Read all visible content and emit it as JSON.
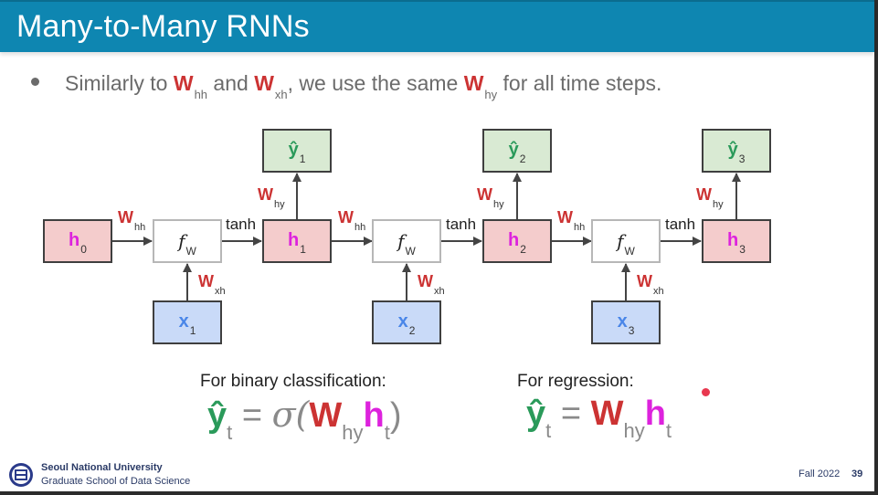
{
  "slide": {
    "title": "Many-to-Many RNNs",
    "bullet": {
      "text_1": "Similarly to ",
      "w1": "W",
      "w1_sub": "hh",
      "text_2": " and ",
      "w2": "W",
      "w2_sub": "xh",
      "text_3": ", we use the same ",
      "w3": "W",
      "w3_sub": "hy",
      "text_4": " for all time steps."
    }
  },
  "diagram": {
    "hidden": [
      {
        "label": "h",
        "sub": "0"
      },
      {
        "label": "h",
        "sub": "1"
      },
      {
        "label": "h",
        "sub": "2"
      },
      {
        "label": "h",
        "sub": "3"
      }
    ],
    "outputs": [
      {
        "label": "ŷ",
        "sub": "1"
      },
      {
        "label": "ŷ",
        "sub": "2"
      },
      {
        "label": "ŷ",
        "sub": "3"
      }
    ],
    "inputs": [
      {
        "label": "x",
        "sub": "1"
      },
      {
        "label": "x",
        "sub": "2"
      },
      {
        "label": "x",
        "sub": "3"
      }
    ],
    "cell": {
      "label": "f",
      "sub": "W"
    },
    "activation": "tanh",
    "weights": {
      "hh": {
        "label": "W",
        "sub": "hh"
      },
      "xh": {
        "label": "W",
        "sub": "xh"
      },
      "hy": {
        "label": "W",
        "sub": "hy"
      }
    }
  },
  "formulas": {
    "classification": {
      "caption": "For binary classification:",
      "yhat": "ŷ",
      "t": "t",
      "eq": " = ",
      "sigma": "σ(",
      "W": "W",
      "hy": "hy",
      "h": "h",
      "close": ")"
    },
    "regression": {
      "caption": "For regression:",
      "yhat": "ŷ",
      "t": "t",
      "eq": " = ",
      "W": "W",
      "hy": "hy",
      "h": "h"
    }
  },
  "footer": {
    "university": "Seoul National University",
    "school": "Graduate School of Data Science",
    "term": "Fall 2022",
    "page": "39"
  },
  "colors": {
    "header": "#0e86b1",
    "weight": "#cc3333",
    "hidden": "#dd22dd",
    "output": "#2a9a5a",
    "input": "#4a86e8"
  }
}
